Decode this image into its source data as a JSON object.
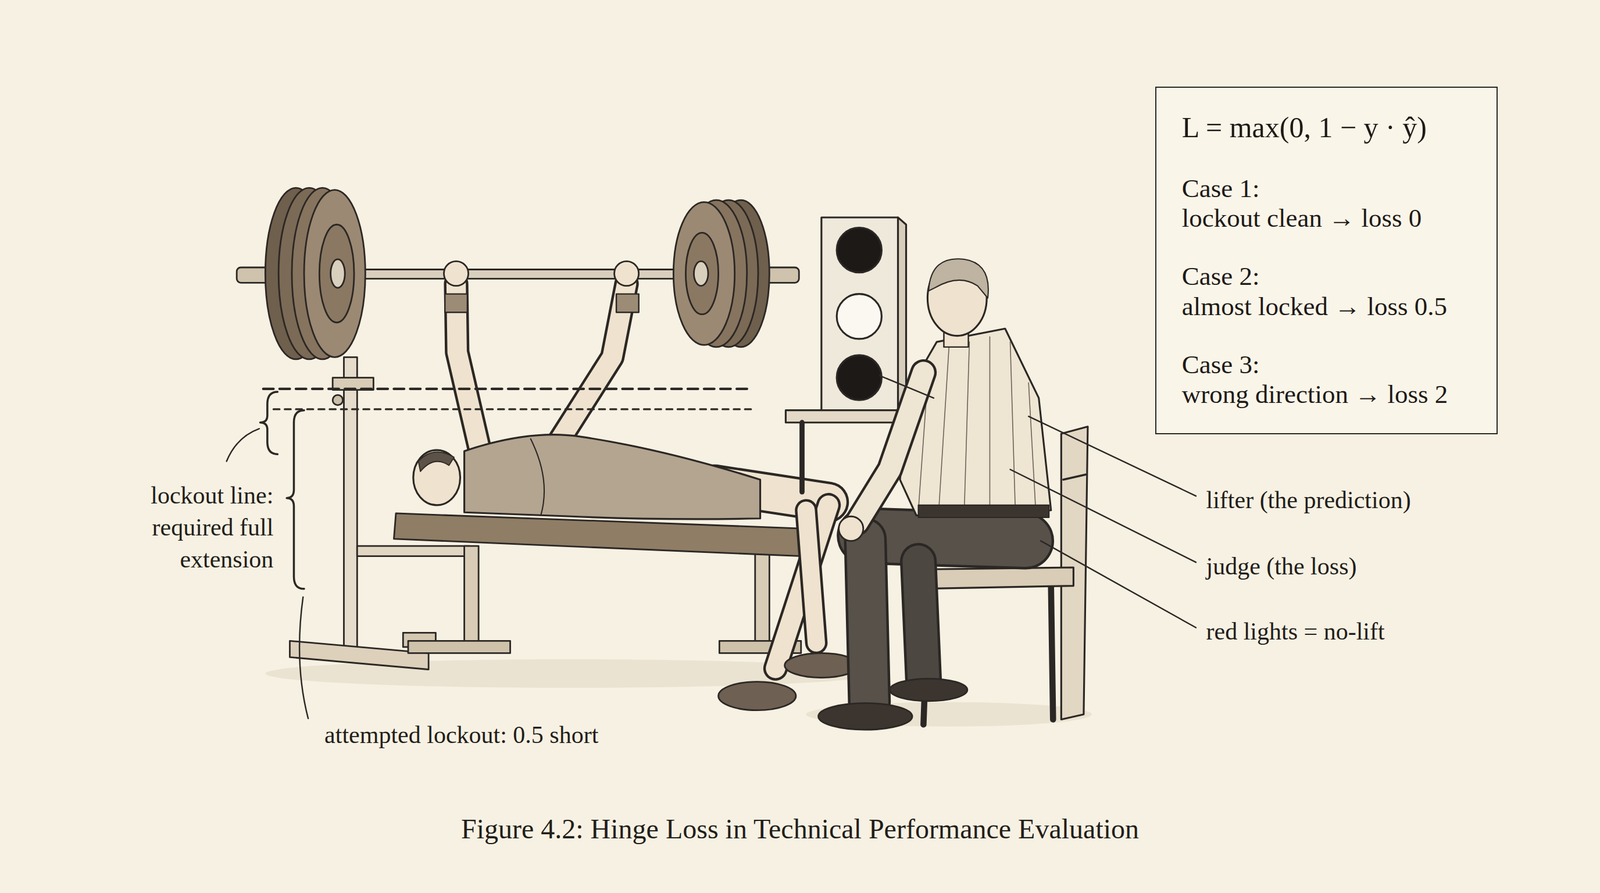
{
  "diagram": {
    "caption": "Figure 4.2: Hinge Loss in Technical Performance Evaluation",
    "nodes": [
      {
        "text": [
          "L = max(0, 1 − y · ŷ)",
          "Case 1:",
          "lockout clean → loss 0",
          "Case 2:",
          "almost locked → loss 0.5",
          "Case 3:",
          "wrong direction → loss 2"
        ]
      }
    ],
    "labels": [
      "lockout line: required full extension",
      "attempted lockout: 0.5 short",
      "lifter (the prediction)",
      "judge (the loss)",
      "red lights = no-lift"
    ]
  }
}
